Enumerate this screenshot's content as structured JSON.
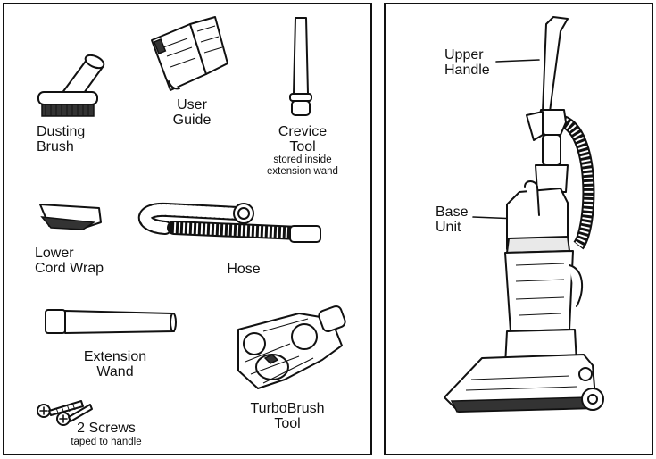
{
  "left_panel": {
    "dusting_brush": "Dusting\nBrush",
    "user_guide": "User\nGuide",
    "crevice_tool": "Crevice\nTool",
    "crevice_note": "stored inside\nextension wand",
    "lower_cord_wrap": "Lower\nCord Wrap",
    "hose": "Hose",
    "extension_wand": "Extension\nWand",
    "screws": "2 Screws",
    "screws_note": "taped to handle",
    "turbobrush_tool": "TurboBrush\nTool"
  },
  "right_panel": {
    "upper_handle": "Upper\nHandle",
    "base_unit": "Base\nUnit"
  }
}
